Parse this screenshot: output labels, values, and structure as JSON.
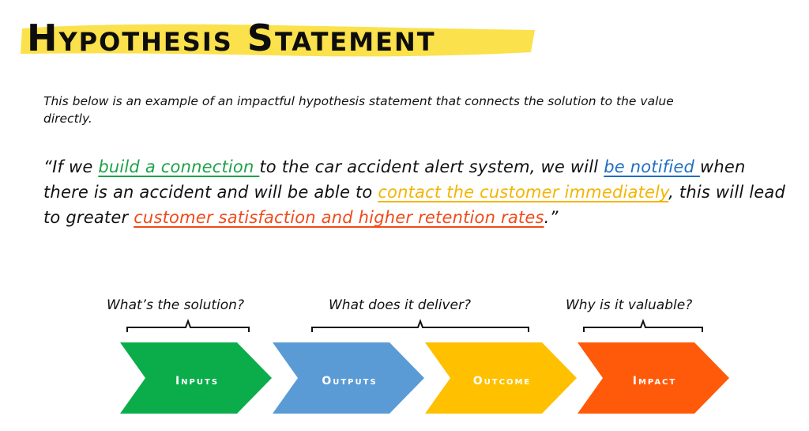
{
  "title": "Hypothesis Statement",
  "intro": "This below is an example of an impactful hypothesis statement that connects the solution to the value directly.",
  "quote": {
    "p1": "“If we ",
    "h1": "build a connection ",
    "p2": "to the car accident alert system, we will ",
    "h2": "be notified ",
    "p3": "when there is an accident and will be able to ",
    "h3": "contact the customer immediately",
    "p4": ", this will lead to greater ",
    "h4": "customer satisfaction and higher retention rates",
    "p5": ".”"
  },
  "questions": {
    "solution": "What’s the solution?",
    "deliver": "What does it deliver?",
    "valuable": "Why is it valuable?"
  },
  "steps": [
    {
      "label": "Inputs",
      "color": "#0aad4a"
    },
    {
      "label": "Outputs",
      "color": "#5b9bd5"
    },
    {
      "label": "Outcome",
      "color": "#ffc000"
    },
    {
      "label": "Impact",
      "color": "#ff5a0a"
    }
  ],
  "colors": {
    "highlight_bar": "#fbe14b",
    "green": "#1fa24a",
    "blue": "#1f6fc1",
    "yellow": "#f4b400",
    "orange": "#f04a1a"
  }
}
